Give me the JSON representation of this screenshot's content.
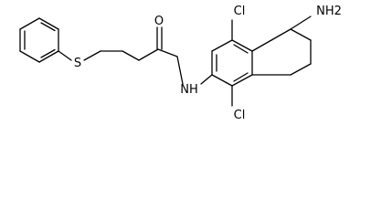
{
  "molecule": {
    "atoms": {
      "sulfur": "S",
      "oxygen": "O",
      "amide_nh": "NH",
      "chlorine_top": "Cl",
      "chlorine_bottom": "Cl",
      "amine": "NH2"
    },
    "colors": {
      "bond": "#000000",
      "label": "#000000",
      "background": "#ffffff"
    }
  }
}
